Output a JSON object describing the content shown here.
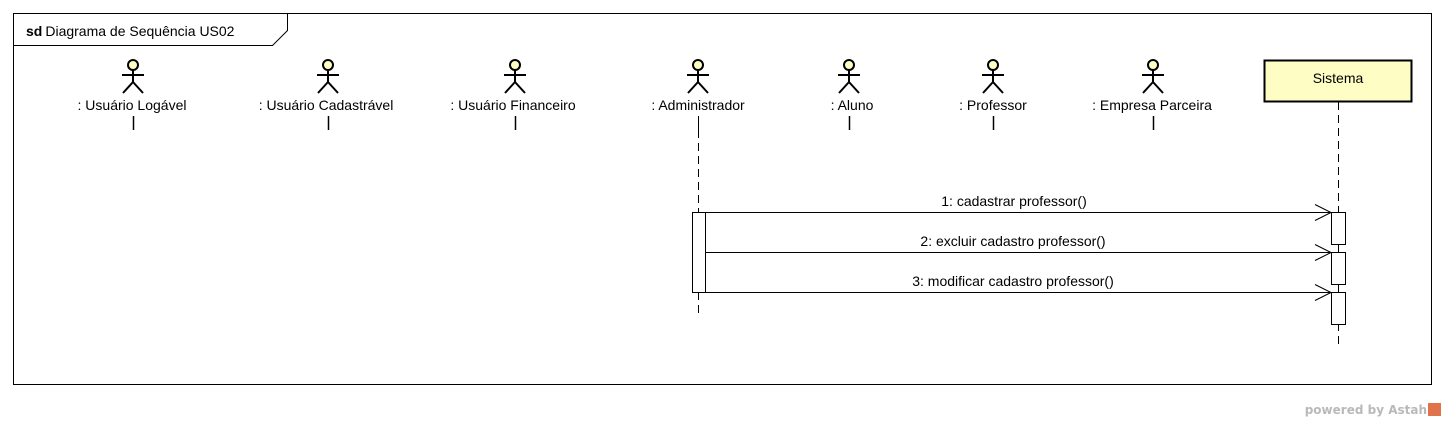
{
  "diagram": {
    "frame_keyword": "sd",
    "frame_title": "Diagrama de Sequência US02",
    "actors": [
      {
        "label": ": Usuário Logável"
      },
      {
        "label": ": Usuário Cadastrável"
      },
      {
        "label": ": Usuário Financeiro"
      },
      {
        "label": ": Administrador"
      },
      {
        "label": ": Aluno"
      },
      {
        "label": ": Professor"
      },
      {
        "label": ": Empresa Parceira"
      }
    ],
    "system_object": {
      "label": "Sistema",
      "fill": "#fdfdc4",
      "border": "#000000"
    },
    "messages": [
      {
        "label": "1: cadastrar professor()"
      },
      {
        "label": "2: excluir cadastro professor()"
      },
      {
        "label": "3: modificar cadastro professor()"
      }
    ],
    "colors": {
      "actor_head": "#fdfdc4",
      "line": "#000000",
      "frame_border": "#000000"
    }
  },
  "footer": {
    "powered_by": "powered by Astah"
  }
}
